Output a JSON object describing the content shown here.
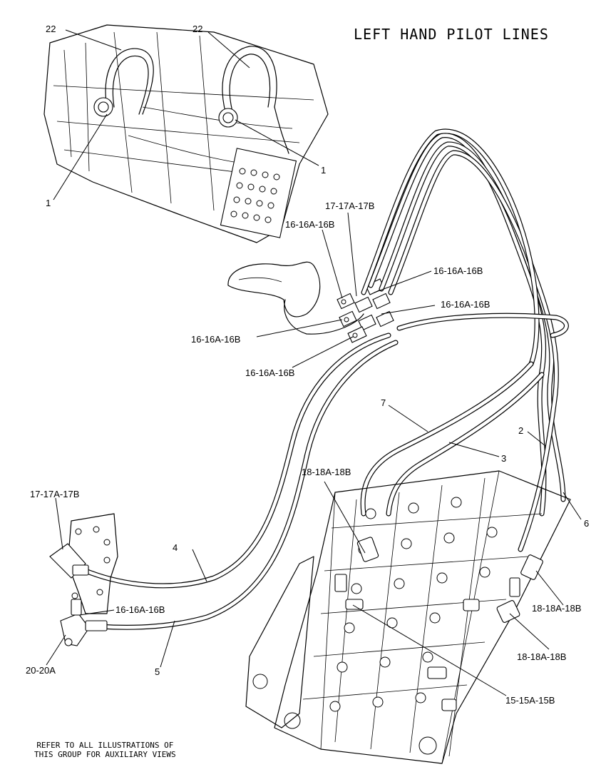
{
  "title": "LEFT HAND PILOT LINES",
  "note": {
    "line1": "REFER TO ALL ILLUSTRATIONS OF",
    "line2": "THIS GROUP FOR AUXILIARY VIEWS"
  },
  "callouts": [
    {
      "id": "c22a",
      "text": "22"
    },
    {
      "id": "c22b",
      "text": "22"
    },
    {
      "id": "c1a",
      "text": "1"
    },
    {
      "id": "c1b",
      "text": "1"
    },
    {
      "id": "c17top",
      "text": "17-17A-17B"
    },
    {
      "id": "c16a",
      "text": "16-16A-16B"
    },
    {
      "id": "c16b",
      "text": "16-16A-16B"
    },
    {
      "id": "c16c",
      "text": "16-16A-16B"
    },
    {
      "id": "c16d",
      "text": "16-16A-16B"
    },
    {
      "id": "c16e",
      "text": "16-16A-16B"
    },
    {
      "id": "c7",
      "text": "7"
    },
    {
      "id": "c3",
      "text": "3"
    },
    {
      "id": "c2",
      "text": "2"
    },
    {
      "id": "c6",
      "text": "6"
    },
    {
      "id": "c18a",
      "text": "18-18A-18B"
    },
    {
      "id": "c18b",
      "text": "18-18A-18B"
    },
    {
      "id": "c18c",
      "text": "18-18A-18B"
    },
    {
      "id": "c17left",
      "text": "17-17A-17B"
    },
    {
      "id": "c4",
      "text": "4"
    },
    {
      "id": "c16f",
      "text": "16-16A-16B"
    },
    {
      "id": "c5",
      "text": "5"
    },
    {
      "id": "c20",
      "text": "20-20A"
    },
    {
      "id": "c15",
      "text": "15-15A-15B"
    }
  ]
}
